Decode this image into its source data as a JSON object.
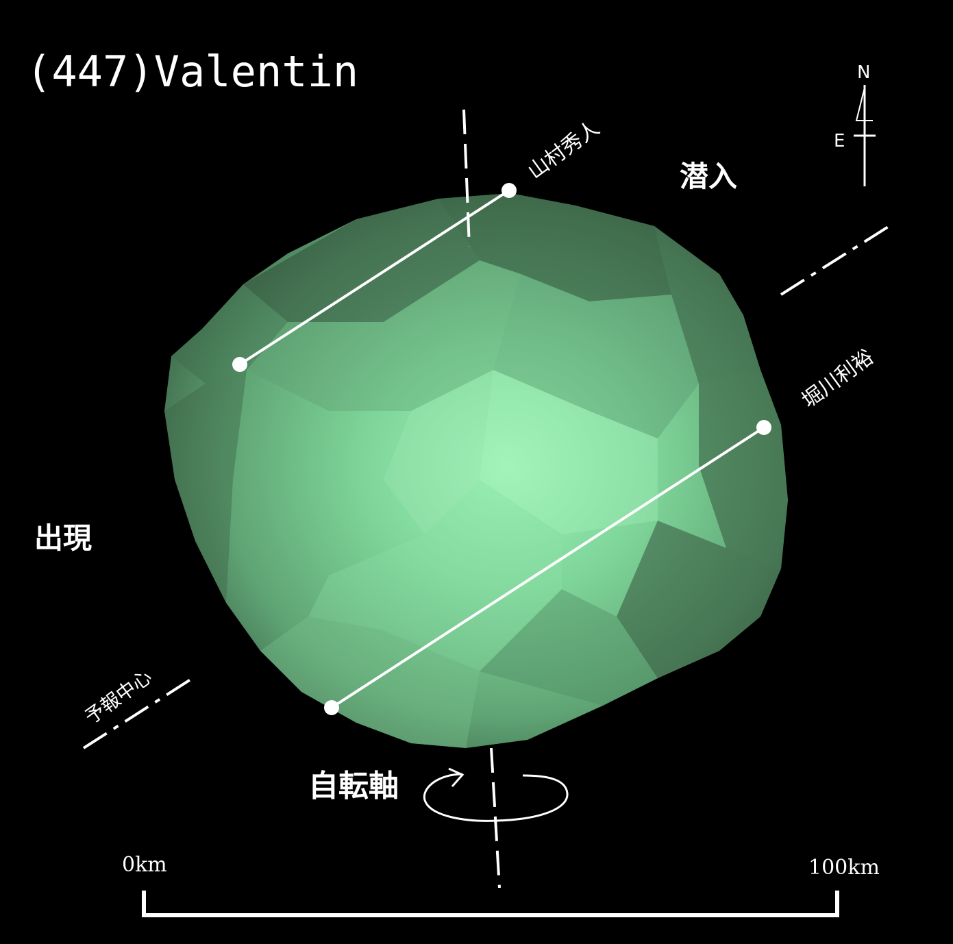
{
  "title": "(447)Valentin",
  "compass": {
    "north": "N",
    "east": "E"
  },
  "labels": {
    "immersion": "潜入",
    "emersion": "出現",
    "spin_axis": "自転軸",
    "prediction_center": "予報中心"
  },
  "observers": [
    {
      "name": "山村秀人"
    },
    {
      "name": "堀川利裕"
    }
  ],
  "scale": {
    "start": "0km",
    "end": "100km"
  },
  "colors": {
    "background": "#000000",
    "body_light": "#9ff5b8",
    "body_dark": "#33523c",
    "lines": "#ffffff"
  }
}
